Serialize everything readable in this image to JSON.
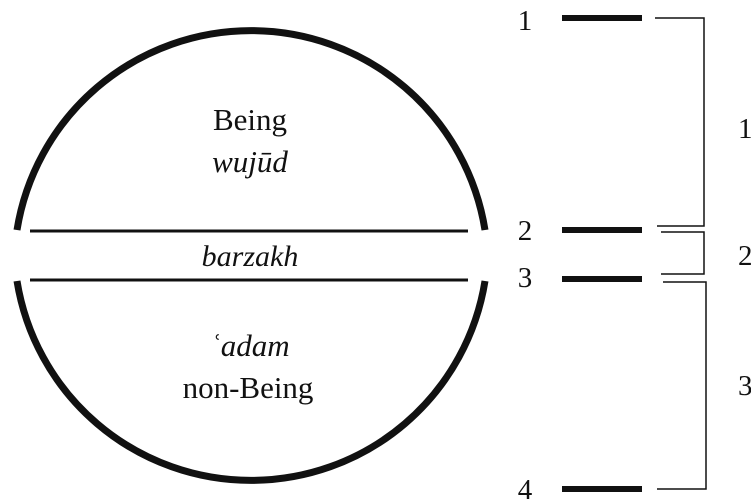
{
  "regions": {
    "upper": {
      "label": "Being",
      "transliteration": "wujūd"
    },
    "middle": {
      "label": "barzakh"
    },
    "lower": {
      "label": "non-Being",
      "transliteration": "ʿadam"
    }
  },
  "levels": [
    {
      "label": "1"
    },
    {
      "label": "2"
    },
    {
      "label": "3"
    },
    {
      "label": "4"
    }
  ],
  "brackets": [
    {
      "label": "1"
    },
    {
      "label": "2"
    },
    {
      "label": "3"
    }
  ],
  "colors": {
    "ink": "#111111",
    "background": "#ffffff"
  }
}
